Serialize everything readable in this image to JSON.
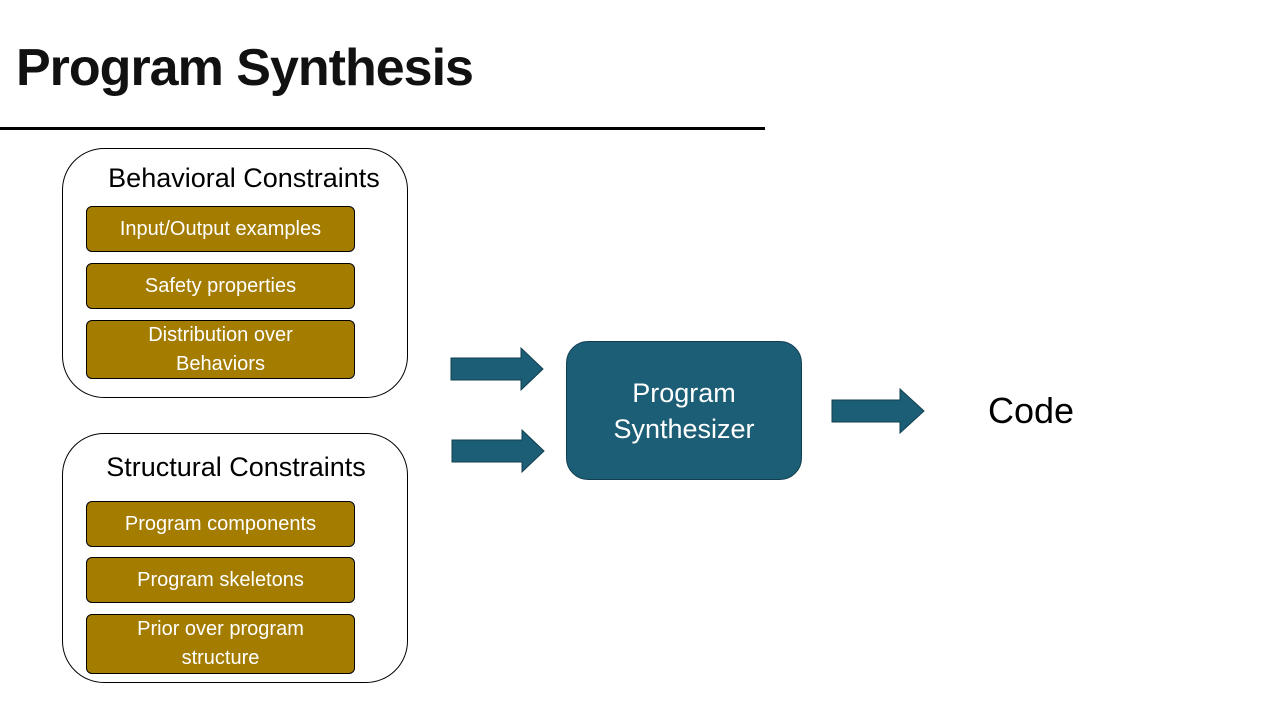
{
  "slide": {
    "title": "Program Synthesis"
  },
  "behavioral": {
    "title": "Behavioral Constraints",
    "items": [
      {
        "label": "Input/Output examples"
      },
      {
        "label": "Safety properties"
      },
      {
        "label": "Distribution over Behaviors"
      }
    ]
  },
  "structural": {
    "title": "Structural Constraints",
    "items": [
      {
        "label": "Program components"
      },
      {
        "label": "Program skeletons"
      },
      {
        "label": "Prior over program structure"
      }
    ]
  },
  "synthesizer": {
    "label": "Program Synthesizer"
  },
  "output": {
    "label": "Code"
  },
  "colors": {
    "item_fill": "#a37c00",
    "synthesizer_fill": "#1b5e75",
    "arrow_fill": "#1b5e75"
  },
  "icons": [
    "right-arrow-icon"
  ]
}
